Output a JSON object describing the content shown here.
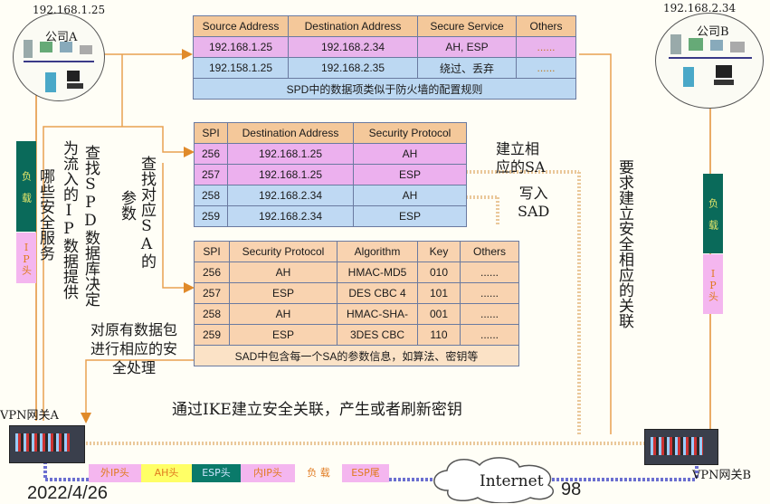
{
  "siteA": {
    "ip": "192.168.1.25",
    "name": "公司A"
  },
  "siteB": {
    "ip": "192.168.2.34",
    "name": "公司B"
  },
  "gatewayA": "VPN网关A",
  "gatewayB": "VPN网关B",
  "internet": "Internet",
  "date": "2022/4/26",
  "page_num": "98",
  "spd": {
    "headers": [
      "Source Address",
      "Destination Address",
      "Secure Service",
      "Others"
    ],
    "rows": [
      [
        "192.168.1.25",
        "192.168.2.34",
        "AH, ESP",
        "......"
      ],
      [
        "192.158.1.25",
        "192.168.2.35",
        "绕过、丢弃",
        "......"
      ]
    ],
    "caption": "SPD中的数据项类似于防火墙的配置规则"
  },
  "sa_table": {
    "headers": [
      "SPI",
      "Destination Address",
      "Security Protocol"
    ],
    "rows": [
      [
        "256",
        "192.168.1.25",
        "AH"
      ],
      [
        "257",
        "192.168.1.25",
        "ESP"
      ],
      [
        "258",
        "192.168.2.34",
        "AH"
      ],
      [
        "259",
        "192.168.2.34",
        "ESP"
      ]
    ]
  },
  "sad": {
    "headers": [
      "SPI",
      "Security Protocol",
      "Algorithm",
      "Key",
      "Others"
    ],
    "rows": [
      [
        "256",
        "AH",
        "HMAC-MD5",
        "010",
        "......"
      ],
      [
        "257",
        "ESP",
        "DES CBC 4",
        "101",
        "......"
      ],
      [
        "258",
        "AH",
        "HMAC-SHA-",
        "001",
        "......"
      ],
      [
        "259",
        "ESP",
        "3DES CBC",
        "110",
        "......"
      ]
    ],
    "caption": "SAD中包含每一个SA的参数信息，如算法、密钥等"
  },
  "labels": {
    "which_service": "哪些安全服务",
    "query_spd": "查找SPD数据库决定",
    "for_inbound": "为流入的IP数据提供",
    "query_sa": "查找对应SA的",
    "params": "参数",
    "create_sa_1": "建立相",
    "create_sa_2": "应的SA",
    "write_sad_1": "写入",
    "write_sad_2": "SAD",
    "require_sa": "要求建立安全相应的关联",
    "process_1": "对原有数据包",
    "process_2": "进行相应的安",
    "process_3": "全处理",
    "ike": "通过IKE建立安全关联，产生或者刷新密钥"
  },
  "left_stack": [
    {
      "label": "负 载",
      "color": "#0a6a5a"
    },
    {
      "label": "IP头",
      "color": "#f4b6ef"
    }
  ],
  "right_stack": [
    {
      "label": "负 载",
      "color": "#0a6a5a"
    },
    {
      "label": "IP头",
      "color": "#f4b6ef"
    }
  ],
  "packet": [
    {
      "label": "外IP头",
      "bg": "#f4b6ef",
      "fg": "#e07a1f"
    },
    {
      "label": "AH头",
      "bg": "#ffff66",
      "fg": "#e07a1f"
    },
    {
      "label": "ESP头",
      "bg": "#0a7a6a",
      "fg": "#cfe6ff"
    },
    {
      "label": "内IP头",
      "bg": "#f4b6ef",
      "fg": "#e07a1f"
    },
    {
      "label": "负 载",
      "bg": "#fffef6",
      "fg": "#e07a1f"
    },
    {
      "label": "ESP尾",
      "bg": "#f4b6ef",
      "fg": "#e07a1f"
    }
  ]
}
